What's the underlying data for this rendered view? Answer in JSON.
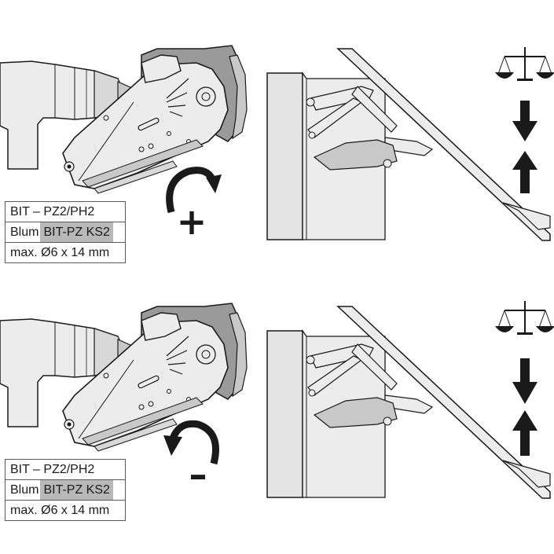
{
  "panels": [
    {
      "id": "increase",
      "label": {
        "line1": "BIT – PZ2/PH2",
        "line2_brand": "Blum",
        "line2_product": "BIT-PZ KS2",
        "line3": "max. Ø6 x 14 mm"
      },
      "rotation_symbol": "+"
    },
    {
      "id": "decrease",
      "label": {
        "line1": "BIT – PZ2/PH2",
        "line2_brand": "Blum",
        "line2_product": "BIT-PZ KS2",
        "line3": "max. Ø6 x 14 mm"
      },
      "rotation_symbol": "–"
    }
  ],
  "colors": {
    "outline": "#1a1a1a",
    "fill_light": "#ececec",
    "fill_mid": "#c8c8c8",
    "fill_dark": "#9a9a9a",
    "cabinet": "#e4e4e4",
    "highlight": "#b8b8b8"
  },
  "icons": [
    "drill-icon",
    "lift-mechanism-icon",
    "rotate-clockwise-arrow-icon",
    "rotate-counterclockwise-arrow-icon",
    "balance-scale-icon",
    "arrow-down-icon",
    "arrow-up-icon",
    "cabinet-icon"
  ]
}
